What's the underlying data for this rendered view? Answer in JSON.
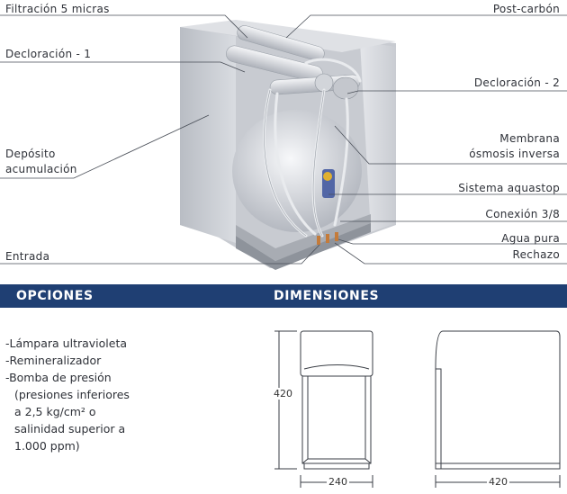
{
  "labels": {
    "filtracion": "Filtración 5 micras",
    "post_carbon": "Post-carbón",
    "decloracion_1": "Decloración - 1",
    "decloracion_2": "Decloración - 2",
    "deposito_1": "Depósito",
    "deposito_2": "acumulación",
    "membrana_1": "Membrana",
    "membrana_2": "ósmosis inversa",
    "aquastop": "Sistema aquastop",
    "conexion": "Conexión 3/8",
    "agua_pura": "Agua pura",
    "entrada": "Entrada",
    "rechazo": "Rechazo"
  },
  "sections": {
    "opciones_title": "OPCIONES",
    "dimensiones_title": "DIMENSIONES"
  },
  "opciones": [
    "-Lámpara ultravioleta",
    "-Remineralizador",
    "-Bomba de presión",
    "(presiones inferiores",
    "a 2,5 kg/cm² o",
    "salinidad superior a",
    "1.000 ppm)"
  ],
  "dimensiones": {
    "front_height": "420",
    "front_width": "240",
    "side_depth": "420"
  },
  "colors": {
    "header_bar": "#1f3f73",
    "header_text": "#ffffff",
    "leader_line": "#4a4f58"
  }
}
